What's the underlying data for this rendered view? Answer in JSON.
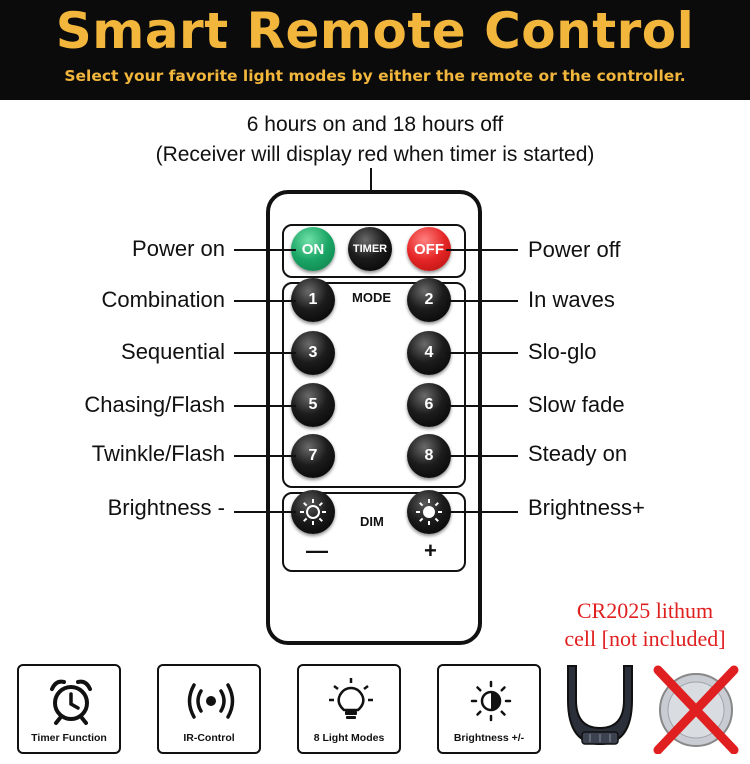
{
  "banner": {
    "title": "Smart Remote Control",
    "subtitle": "Select your favorite light modes by either the remote or the controller.",
    "background": "#0b0b0b",
    "accent": "#f2b63c"
  },
  "timer_note": {
    "line1": "6 hours on and 18 hours off",
    "line2": "(Receiver will display red when timer is started)"
  },
  "remote": {
    "buttons": {
      "on": "ON",
      "timer": "TIMER",
      "off": "OFF",
      "modes": [
        "1",
        "2",
        "3",
        "4",
        "5",
        "6",
        "7",
        "8"
      ]
    },
    "mode_label": "MODE",
    "dim_label": "DIM",
    "minus": "—",
    "plus": "+"
  },
  "labels": {
    "power_on": "Power on",
    "power_off": "Power off",
    "combination": "Combination",
    "in_waves": "In waves",
    "sequential": "Sequential",
    "slo_glo": "Slo-glo",
    "chasing_flash": "Chasing/Flash",
    "slow_fade": "Slow fade",
    "twinkle_flash": "Twinkle/Flash",
    "steady_on": "Steady on",
    "brightness_minus": "Brightness -",
    "brightness_plus": "Brightness+"
  },
  "battery_note": {
    "line1": "CR2025 lithum",
    "line2": "cell [not included]",
    "color": "#e02020"
  },
  "features": [
    {
      "label": "Timer Function",
      "icon": "alarm-clock-icon"
    },
    {
      "label": "IR-Control",
      "icon": "ir-signal-icon"
    },
    {
      "label": "8 Light Modes",
      "icon": "light-bulb-icon"
    },
    {
      "label": "Brightness +/-",
      "icon": "brightness-icon"
    }
  ]
}
